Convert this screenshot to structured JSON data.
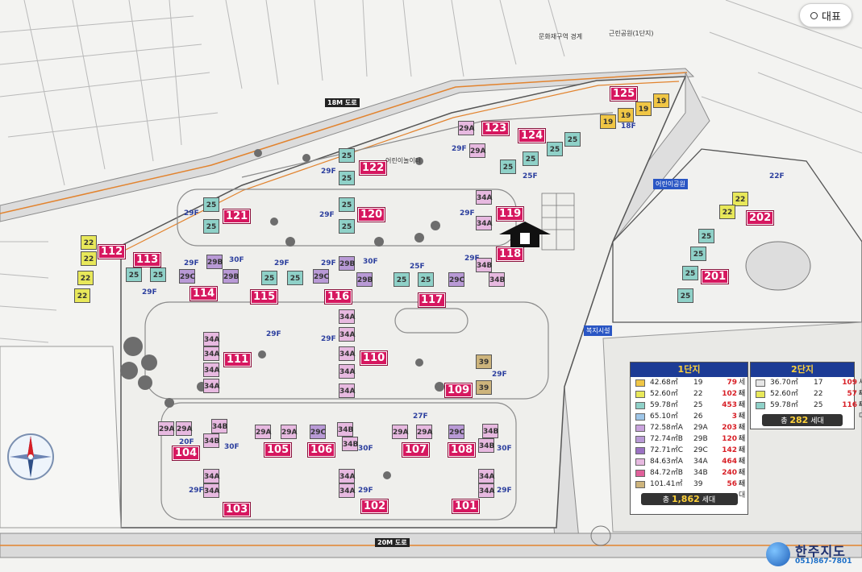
{
  "viewer": {
    "main_button_label": "대표"
  },
  "roads": {
    "south": "20M 도로",
    "north": "18M 도로"
  },
  "facility_labels": {
    "north_1": "근린공원(1단지)",
    "north_2": "어린이놀이터",
    "north_3": "문화재구역 경계",
    "park": "어린이공원",
    "cafe": "복지시설"
  },
  "buildings": [
    {
      "id": "101",
      "label": "101"
    },
    {
      "id": "102",
      "label": "102"
    },
    {
      "id": "103",
      "label": "103"
    },
    {
      "id": "104",
      "label": "104"
    },
    {
      "id": "105",
      "label": "105"
    },
    {
      "id": "106",
      "label": "106"
    },
    {
      "id": "107",
      "label": "107"
    },
    {
      "id": "108",
      "label": "108"
    },
    {
      "id": "109",
      "label": "109"
    },
    {
      "id": "110",
      "label": "110"
    },
    {
      "id": "111",
      "label": "111"
    },
    {
      "id": "112",
      "label": "112"
    },
    {
      "id": "113",
      "label": "113"
    },
    {
      "id": "114",
      "label": "114"
    },
    {
      "id": "115",
      "label": "115"
    },
    {
      "id": "116",
      "label": "116"
    },
    {
      "id": "117",
      "label": "117"
    },
    {
      "id": "118",
      "label": "118"
    },
    {
      "id": "119",
      "label": "119"
    },
    {
      "id": "120",
      "label": "120"
    },
    {
      "id": "121",
      "label": "121"
    },
    {
      "id": "122",
      "label": "122"
    },
    {
      "id": "123",
      "label": "123"
    },
    {
      "id": "124",
      "label": "124"
    },
    {
      "id": "125",
      "label": "125"
    },
    {
      "id": "201",
      "label": "201"
    },
    {
      "id": "202",
      "label": "202"
    }
  ],
  "unit_blocks": {
    "b34a": "34A",
    "b34b": "34B",
    "b29a": "29A",
    "b29b": "29B",
    "b29c": "29C",
    "b25": "25",
    "b22": "22",
    "b19": "19",
    "b39": "39"
  },
  "floors": {
    "f29": "29F",
    "f30": "30F",
    "f25": "25F",
    "f22": "22F",
    "f27": "27F",
    "f20": "20F",
    "f18": "18F"
  },
  "legend1": {
    "title": "1단지",
    "rows": [
      {
        "area": "42.68㎡",
        "type": "19",
        "count": "79",
        "unit": "세대",
        "color": "#f0c645"
      },
      {
        "area": "52.60㎡",
        "type": "22",
        "count": "102",
        "unit": "세대",
        "color": "#e8e85a"
      },
      {
        "area": "59.78㎡",
        "type": "25",
        "count": "453",
        "unit": "세대",
        "color": "#8fd1c8"
      },
      {
        "area": "65.10㎡",
        "type": "26",
        "count": "3",
        "unit": "세대",
        "color": "#9ec6e8"
      },
      {
        "area": "72.58㎡A",
        "type": "29A",
        "count": "203",
        "unit": "세대",
        "color": "#c9a3dd"
      },
      {
        "area": "72.74㎡B",
        "type": "29B",
        "count": "120",
        "unit": "세대",
        "color": "#b99ad6"
      },
      {
        "area": "72.71㎡C",
        "type": "29C",
        "count": "142",
        "unit": "세대",
        "color": "#9b72c3"
      },
      {
        "area": "84.63㎡A",
        "type": "34A",
        "count": "464",
        "unit": "세대",
        "color": "#e7b9e0"
      },
      {
        "area": "84.72㎡B",
        "type": "34B",
        "count": "240",
        "unit": "세대",
        "color": "#e0609a"
      },
      {
        "area": "101.41㎡",
        "type": "39",
        "count": "56",
        "unit": "세대",
        "color": "#cdb47c"
      }
    ],
    "total_prefix": "총",
    "total": "1,862",
    "total_unit": "세대"
  },
  "legend2": {
    "title": "2단지",
    "rows": [
      {
        "area": "36.70㎡",
        "type": "17",
        "count": "109",
        "unit": "세대",
        "color": "#e6e6e6"
      },
      {
        "area": "52.60㎡",
        "type": "22",
        "count": "57",
        "unit": "세대",
        "color": "#e8e85a"
      },
      {
        "area": "59.78㎡",
        "type": "25",
        "count": "116",
        "unit": "세대",
        "color": "#8fd1c8"
      }
    ],
    "total_prefix": "총",
    "total": "282",
    "total_unit": "세대"
  },
  "publisher": {
    "name": "한주지도",
    "phone": "051)867-7801"
  }
}
